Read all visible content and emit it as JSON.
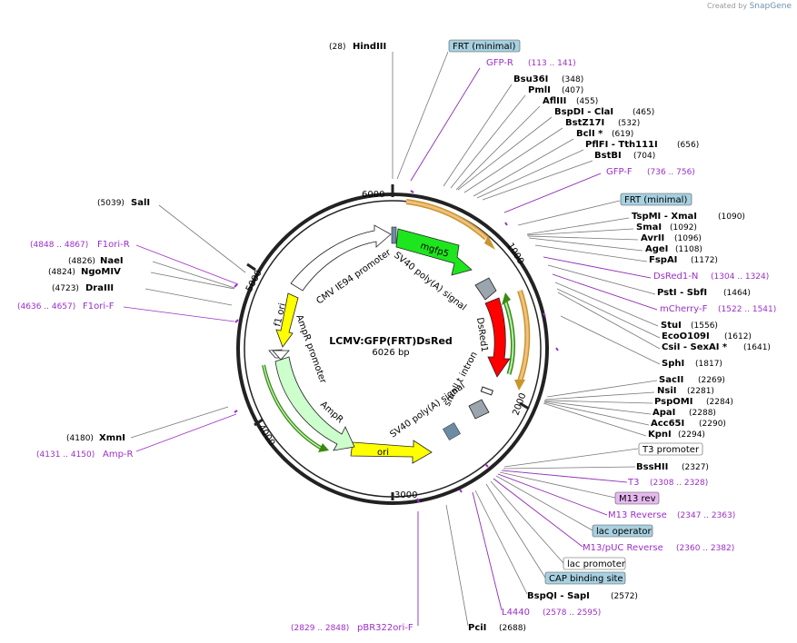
{
  "app": {
    "credit_prefix": "Created by",
    "credit_brand": "SnapGene"
  },
  "plasmid": {
    "name": "LCMV:GFP(FRT)DsRed",
    "length_label": "6026 bp"
  },
  "ticks": [
    "1000",
    "2000",
    "3000",
    "4000",
    "5000",
    "6000"
  ],
  "features": [
    {
      "label": "mgfp5"
    },
    {
      "label": "SV40 poly(A) signal"
    },
    {
      "label": "DsRed1"
    },
    {
      "label": "small t intron"
    },
    {
      "label": "SV40 poly(A) signal"
    },
    {
      "label": "ori"
    },
    {
      "label": "AmpR"
    },
    {
      "label": "AmpR promoter"
    },
    {
      "label": "f1 ori"
    },
    {
      "label": "CMV IE94 promoter"
    }
  ],
  "right_labels": [
    {
      "kind": "box",
      "name": "FRT (minimal)",
      "color": "#a7d0e0"
    },
    {
      "kind": "primer",
      "name": "GFP-R",
      "pos": "(113 .. 141)"
    },
    {
      "kind": "enzyme",
      "name": "Bsu36I",
      "pos": "(348)"
    },
    {
      "kind": "enzyme",
      "name": "PmlI",
      "pos": "(407)"
    },
    {
      "kind": "enzyme",
      "name": "AflIII",
      "pos": "(455)"
    },
    {
      "kind": "enzyme",
      "name": "BspDI  - ClaI",
      "pos": "(465)"
    },
    {
      "kind": "enzyme",
      "name": "BstZ17I",
      "pos": "(532)"
    },
    {
      "kind": "enzyme",
      "name": "BclI *",
      "pos": "(619)"
    },
    {
      "kind": "enzyme",
      "name": "PflFI  - Tth111I",
      "pos": "(656)"
    },
    {
      "kind": "enzyme",
      "name": "BstBI",
      "pos": "(704)"
    },
    {
      "kind": "primer",
      "name": "GFP-F",
      "pos": "(736 .. 756)"
    },
    {
      "kind": "box",
      "name": "FRT (minimal)",
      "color": "#a7d0e0"
    },
    {
      "kind": "enzyme",
      "name": "TspMI  - XmaI",
      "pos": "(1090)"
    },
    {
      "kind": "enzyme",
      "name": "SmaI",
      "pos": "(1092)"
    },
    {
      "kind": "enzyme",
      "name": "AvrII",
      "pos": "(1096)"
    },
    {
      "kind": "enzyme",
      "name": "AgeI",
      "pos": "(1108)"
    },
    {
      "kind": "enzyme",
      "name": "FspAI",
      "pos": "(1172)"
    },
    {
      "kind": "primer",
      "name": "DsRed1-N",
      "pos": "(1304 .. 1324)"
    },
    {
      "kind": "enzyme",
      "name": "PstI  - SbfI",
      "pos": "(1464)"
    },
    {
      "kind": "primer",
      "name": "mCherry-F",
      "pos": "(1522 .. 1541)"
    },
    {
      "kind": "enzyme",
      "name": "StuI",
      "pos": "(1556)"
    },
    {
      "kind": "enzyme",
      "name": "EcoO109I",
      "pos": "(1612)"
    },
    {
      "kind": "enzyme",
      "name": "CsiI  - SexAI *",
      "pos": "(1641)"
    },
    {
      "kind": "enzyme",
      "name": "SphI",
      "pos": "(1817)"
    },
    {
      "kind": "enzyme",
      "name": "SacII",
      "pos": "(2269)"
    },
    {
      "kind": "enzyme",
      "name": "NsiI",
      "pos": "(2281)"
    },
    {
      "kind": "enzyme",
      "name": "PspOMI",
      "pos": "(2284)"
    },
    {
      "kind": "enzyme",
      "name": "ApaI",
      "pos": "(2288)"
    },
    {
      "kind": "enzyme",
      "name": "Acc65I",
      "pos": "(2290)"
    },
    {
      "kind": "enzyme",
      "name": "KpnI",
      "pos": "(2294)"
    },
    {
      "kind": "box",
      "name": "T3 promoter",
      "color": "#ffffff"
    },
    {
      "kind": "enzyme",
      "name": "BssHII",
      "pos": "(2327)"
    },
    {
      "kind": "primer",
      "name": "T3",
      "pos": "(2308 .. 2328)"
    },
    {
      "kind": "box",
      "name": "M13 rev",
      "color": "#e6b8f0"
    },
    {
      "kind": "primer",
      "name": "M13 Reverse",
      "pos": "(2347 .. 2363)"
    },
    {
      "kind": "box",
      "name": "lac operator",
      "color": "#a7d0e0"
    },
    {
      "kind": "primer",
      "name": "M13/pUC Reverse",
      "pos": "(2360 .. 2382)"
    },
    {
      "kind": "box",
      "name": "lac promoter",
      "color": "#ffffff"
    },
    {
      "kind": "box",
      "name": "CAP binding site",
      "color": "#a7d0e0"
    },
    {
      "kind": "enzyme",
      "name": "BspQI  - SapI",
      "pos": "(2572)"
    },
    {
      "kind": "primer",
      "name": "L4440",
      "pos": "(2578 .. 2595)"
    },
    {
      "kind": "enzyme",
      "name": "PciI",
      "pos": "(2688)"
    }
  ],
  "left_labels": [
    {
      "kind": "enzyme",
      "name": "HindIII",
      "pos": "(28)"
    },
    {
      "kind": "enzyme",
      "name": "SalI",
      "pos": "(5039)"
    },
    {
      "kind": "primer",
      "name": "F1ori-R",
      "pos": "(4848 .. 4867)"
    },
    {
      "kind": "enzyme",
      "name": "NaeI",
      "pos": "(4826)"
    },
    {
      "kind": "enzyme",
      "name": "NgoMIV",
      "pos": "(4824)"
    },
    {
      "kind": "enzyme",
      "name": "DraIII",
      "pos": "(4723)"
    },
    {
      "kind": "primer",
      "name": "F1ori-F",
      "pos": "(4636 .. 4657)"
    },
    {
      "kind": "enzyme",
      "name": "XmnI",
      "pos": "(4180)"
    },
    {
      "kind": "primer",
      "name": "Amp-R",
      "pos": "(4131 .. 4150)"
    },
    {
      "kind": "primer",
      "name": "pBR322ori-F",
      "pos": "(2829 .. 2848)"
    }
  ]
}
